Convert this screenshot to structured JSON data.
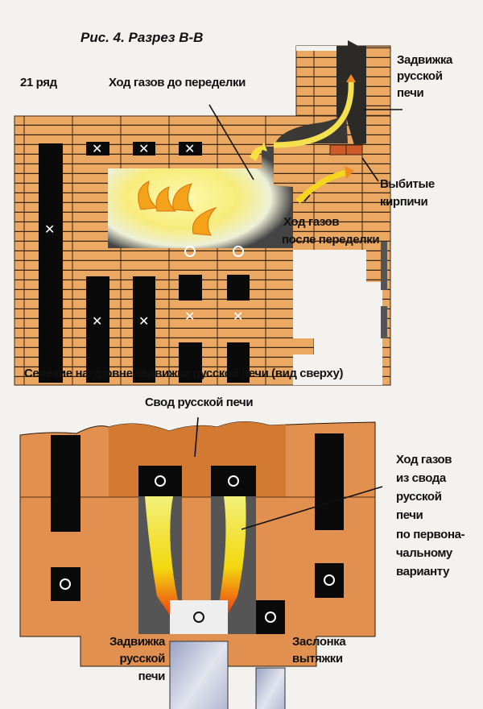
{
  "section_view": {
    "title": "Рис. 4. Разрез В-В",
    "row_label": "21 ряд",
    "gas_before_label": "Ход газов до переделки",
    "russian_damper_label": [
      "Задвижка",
      "русской",
      "печи"
    ],
    "knocked_bricks_label": [
      "Выбитые",
      "кирпичи"
    ],
    "gas_after_label": [
      "Ход газов",
      "после переделки"
    ]
  },
  "top_view": {
    "title": "Сечение на уровне задвижки русской печи (вид сверху)",
    "vault_label": "Свод русской печи",
    "gas_original_label": [
      "Ход газов",
      "из свода",
      "русской",
      "печи",
      "по первона-",
      "чальному",
      "варианту"
    ],
    "russian_damper_label": [
      "Задвижка",
      "русской",
      "печи"
    ],
    "exhaust_damper_label": [
      "Заслонка",
      "вытяжки"
    ]
  },
  "colors": {
    "brick": "#e9a45f",
    "mortar": "#3a2510",
    "channel": "#0a0a0a",
    "flame": "#f5d21c",
    "damper": "#b9bfd3"
  }
}
